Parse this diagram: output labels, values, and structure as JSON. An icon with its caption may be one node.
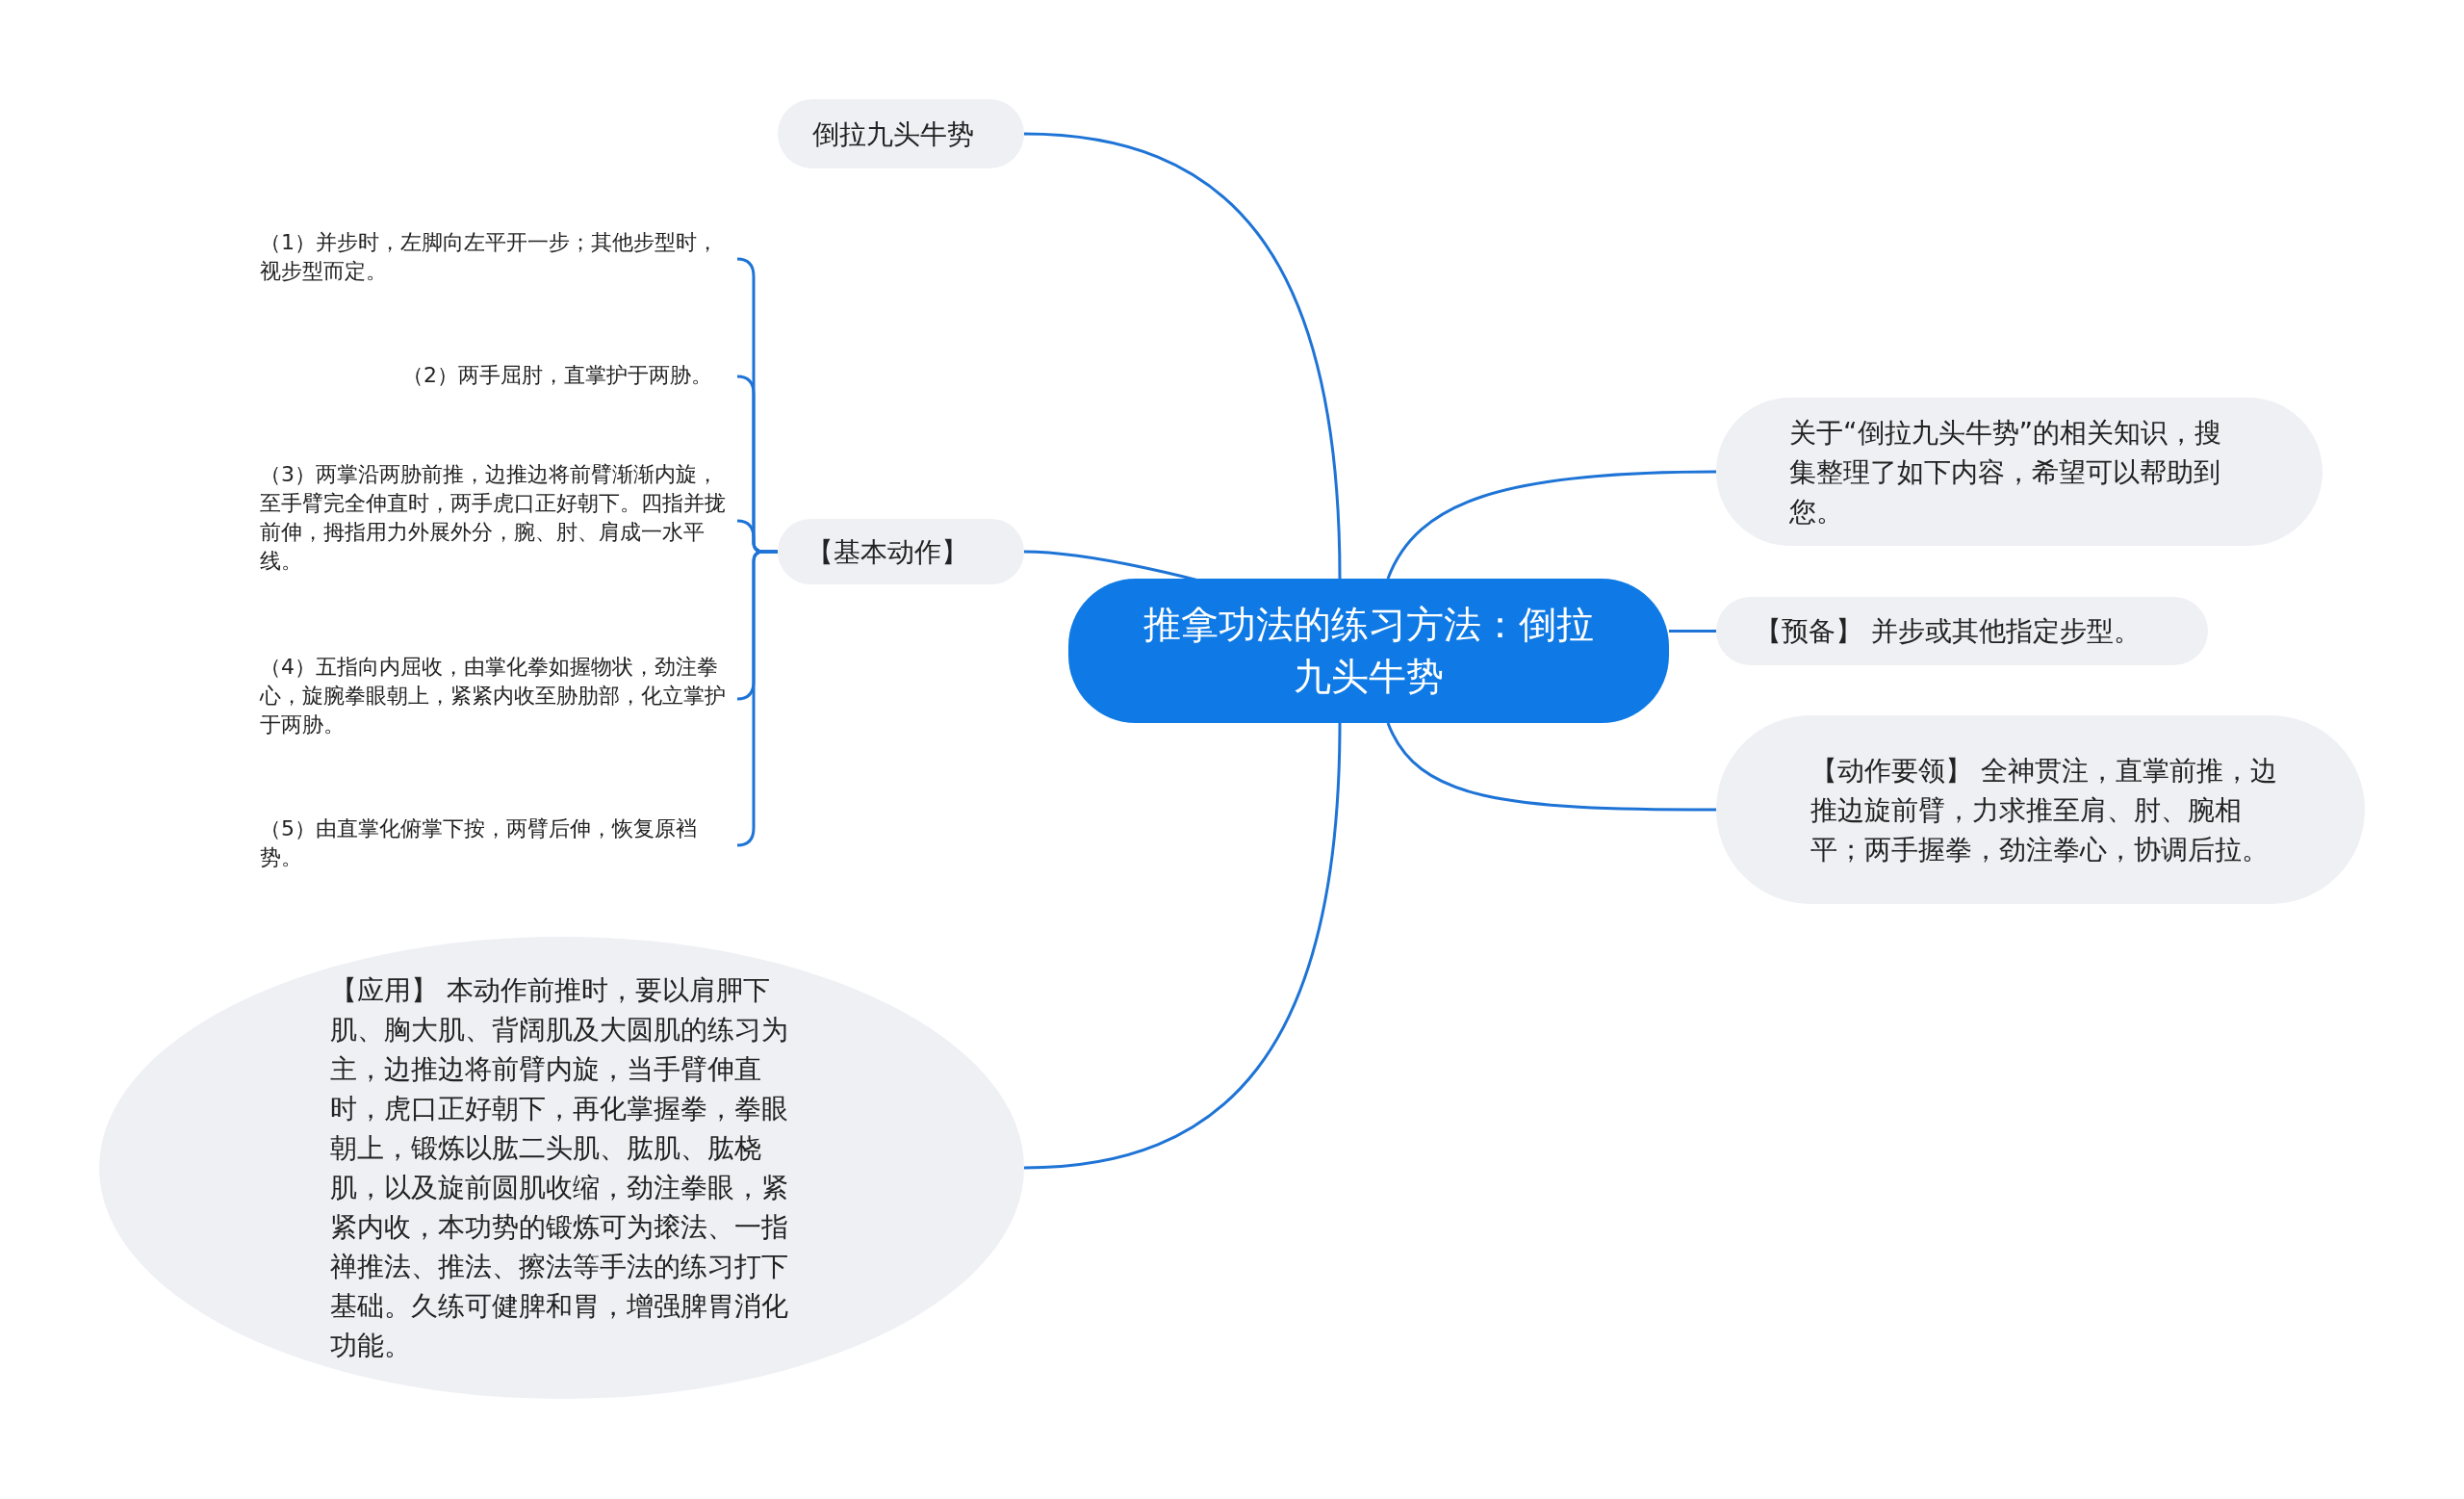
{
  "diagram": {
    "nodes": [
      {
        "text": [
          "推拿功法的练习方法：倒拉九头牛势"
        ]
      },
      {
        "text": [
          "倒拉九头牛势"
        ]
      },
      {
        "text": [
          "【基本动作】"
        ]
      },
      {
        "text": [
          "（1）并步时，左脚向左平开一步；其他步型时，视步型而定。"
        ]
      },
      {
        "text": [
          "（2）两手屈肘，直掌护于两胁。"
        ]
      },
      {
        "text": [
          "（3）两掌沿两胁前推，边推边将前臂渐渐内旋，至手臂完全伸直时，两手虎口正好朝下。四指并拢前伸，拇指用力外展外分，腕、肘、肩成一水平线。"
        ]
      },
      {
        "text": [
          "（4）五指向内屈收，由掌化拳如握物状，劲注拳心，旋腕拳眼朝上，紧紧内收至胁肋部，化立掌护于两胁。"
        ]
      },
      {
        "text": [
          "（5）由直掌化俯掌下按，两臂后伸，恢复原裆势。"
        ]
      },
      {
        "text": [
          "【应用】 本动作前推时，要以肩胛下肌、胸大肌、背阔肌及大圆肌的练习为主，边推边将前臂内旋，当手臂伸直时，虎口正好朝下，再化掌握拳，拳眼朝上，锻炼以肱二头肌、肱肌、肱桡肌，以及旋前圆肌收缩，劲注拳眼，紧紧内收，本功势的锻炼可为㨰法、一指禅推法、推法、擦法等手法的练习打下基础。久练可健脾和胃，增强脾胃消化功能。"
        ]
      },
      {
        "text": [
          "关于“倒拉九头牛势”的相关知识，搜集整理了如下内容，希望可以帮助到您。"
        ]
      },
      {
        "text": [
          "【预备】 并步或其他指定步型。"
        ]
      },
      {
        "text": [
          "【动作要领】 全神贯注，直掌前推，边推边旋前臂，力求推至肩、肘、腕相平；两手握拳，劲注拳心，协调后拉。"
        ]
      }
    ],
    "edges": [
      {
        "from": 0,
        "to": 1,
        "arrow": "none"
      },
      {
        "from": 0,
        "to": 2,
        "arrow": "none"
      },
      {
        "from": 2,
        "to": 3,
        "arrow": "none"
      },
      {
        "from": 2,
        "to": 4,
        "arrow": "none"
      },
      {
        "from": 2,
        "to": 5,
        "arrow": "none"
      },
      {
        "from": 2,
        "to": 6,
        "arrow": "none"
      },
      {
        "from": 2,
        "to": 7,
        "arrow": "none"
      },
      {
        "from": 0,
        "to": 8,
        "arrow": "none"
      },
      {
        "from": 0,
        "to": 9,
        "arrow": "none"
      },
      {
        "from": 0,
        "to": 10,
        "arrow": "none"
      },
      {
        "from": 0,
        "to": 11,
        "arrow": "none"
      }
    ]
  }
}
